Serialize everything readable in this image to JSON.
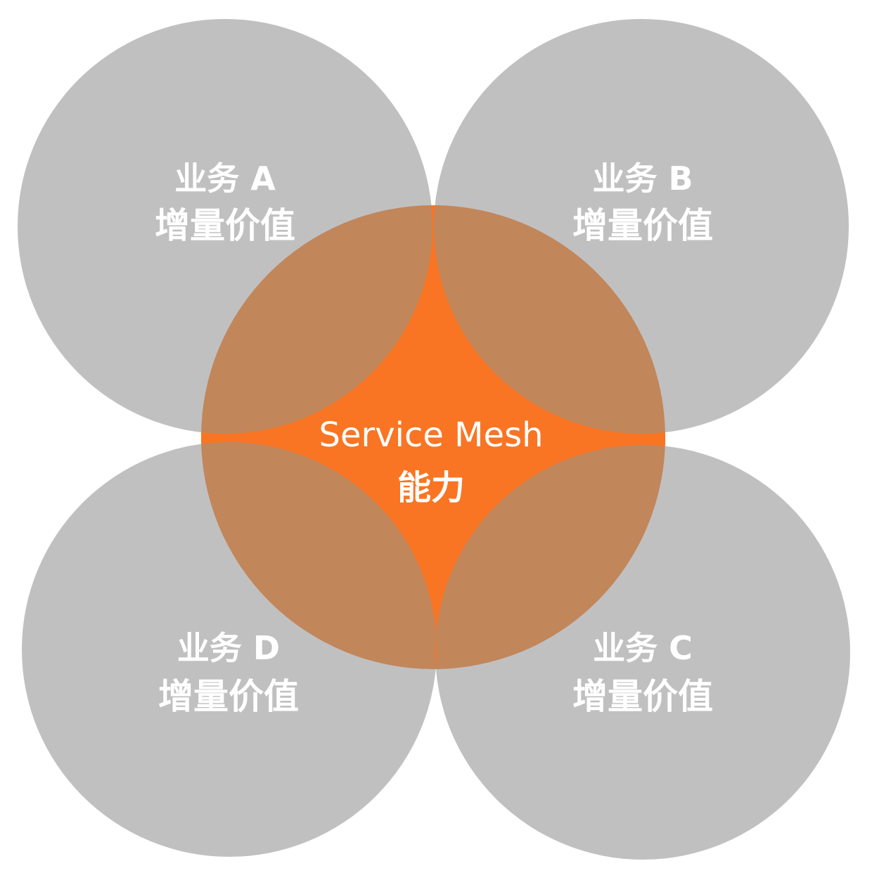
{
  "colors": {
    "background": "#ffffff",
    "business_circle": "#c1c0c1",
    "center_circle": "#c1865a",
    "core_star": "#f97523",
    "text": "#ffffff"
  },
  "businesses": [
    {
      "line1": "业务 A",
      "line2": "增量价值"
    },
    {
      "line1": "业务 B",
      "line2": "增量价值"
    },
    {
      "line1": "业务 D",
      "line2": "增量价值"
    },
    {
      "line1": "业务 C",
      "line2": "增量价值"
    }
  ],
  "core": {
    "line1": "Service Mesh",
    "line2": "能力"
  }
}
